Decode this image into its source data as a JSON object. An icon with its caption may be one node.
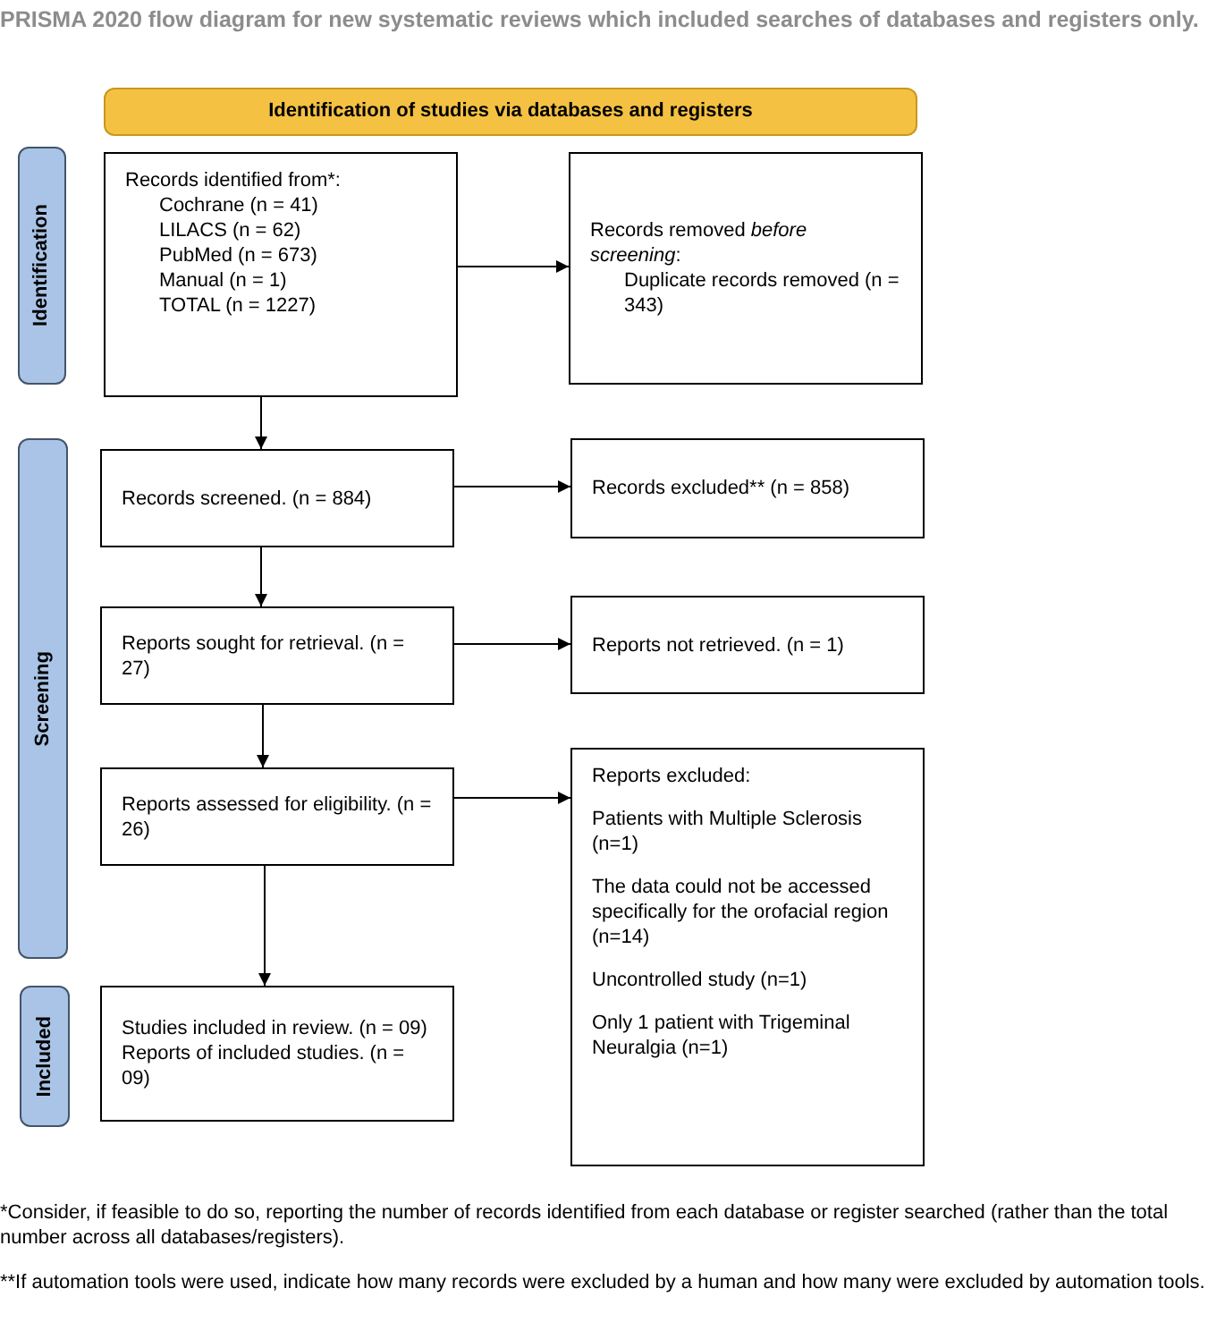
{
  "diagram": {
    "title": "PRISMA 2020 flow diagram for new systematic reviews which included searches of databases and registers only.",
    "nodes": [
      {
        "text": [
          "Identification of studies via databases and registers"
        ]
      },
      {
        "text": [
          "Identification"
        ]
      },
      {
        "text": [
          "Records identified from*:",
          "Cochrane (n = 41)",
          "LILACS (n = 62)",
          "PubMed (n = 673)",
          "Manual (n = 1)",
          "TOTAL (n = 1227)"
        ]
      },
      {
        "text": [
          "Records removed *before screening*:",
          "Duplicate records removed (n = 343)"
        ]
      },
      {
        "text": [
          "Screening"
        ]
      },
      {
        "text": [
          "Records screened. (n = 884)"
        ]
      },
      {
        "text": [
          "Records excluded** (n = 858)"
        ]
      },
      {
        "text": [
          "Reports sought for retrieval. (n = 27)"
        ]
      },
      {
        "text": [
          "Reports not retrieved. (n = 1)"
        ]
      },
      {
        "text": [
          "Reports assessed for eligibility. (n = 26)"
        ]
      },
      {
        "text": [
          "Reports excluded:",
          "Patients with Multiple Sclerosis (n=1)",
          "The data could not be accessed specifically for the orofacial region (n=14)",
          "Uncontrolled study (n=1)",
          "Only 1 patient with Trigeminal Neuralgia (n=1)"
        ]
      },
      {
        "text": [
          "Included"
        ]
      },
      {
        "text": [
          "Studies included in review. (n = 09)",
          "Reports of included studies. (n = 09)"
        ]
      }
    ],
    "edges": [
      {
        "from": 2,
        "to": 3,
        "arrow": "to"
      },
      {
        "from": 2,
        "to": 5,
        "arrow": "to"
      },
      {
        "from": 5,
        "to": 6,
        "arrow": "to"
      },
      {
        "from": 5,
        "to": 7,
        "arrow": "to"
      },
      {
        "from": 7,
        "to": 8,
        "arrow": "to"
      },
      {
        "from": 7,
        "to": 9,
        "arrow": "to"
      },
      {
        "from": 9,
        "to": 10,
        "arrow": "to"
      },
      {
        "from": 9,
        "to": 12,
        "arrow": "to"
      }
    ],
    "labels": [
      "*Consider, if feasible to do so, reporting the number of records identified from each database or register searched (rather than the total number across all databases/registers).",
      "**If automation tools were used, indicate how many records were excluded by a human and how many were excluded by automation tools."
    ]
  }
}
